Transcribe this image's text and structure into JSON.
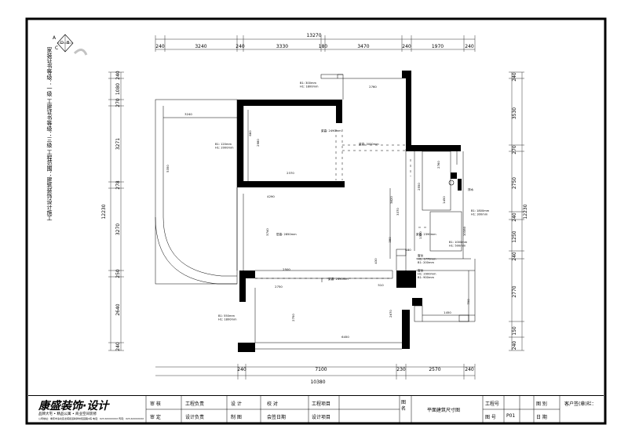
{
  "title_block": {
    "company": "康盛装饰·设计",
    "company_sub": "品牌大宅 • 精品公寓 • 商业空间装修",
    "company_fine": "公司地址：重庆市渝北区龙塔街道新牌坊佳园路C栋 电话：023-6XXXXXXX 传真：023-6XXXXXXX",
    "review": "审 核",
    "approve": "审 定",
    "project_manager": "工程负责",
    "design_manager": "设计负责",
    "design": "设 计",
    "drafting": "制 图",
    "check": "校 对",
    "seal_date": "会签日期",
    "project_name": "工程项目",
    "design_item": "设计项目",
    "drawing_name_label": "图 名",
    "drawing_name": "平面建筑尺寸图",
    "project_no": "工程号",
    "drawing_no_label": "图 号",
    "drawing_no": "P01",
    "category": "图 别",
    "date": "日 期",
    "client_sign": "客户签(章)栏："
  },
  "side_note": "家装证书等级：一级 工建证书等级：三级 工程范围：建筑装饰设计施工",
  "logo_letters": [
    "A",
    "D",
    "B",
    "C"
  ],
  "dimensions": {
    "top_total": "13270",
    "top": [
      "240",
      "3240",
      "240",
      "3330",
      "180",
      "3470",
      "240",
      "1970",
      "240"
    ],
    "bottom_total": "10380",
    "bottom": [
      "240",
      "7100",
      "230",
      "2570",
      "240"
    ],
    "left_total": "12230",
    "left": [
      "240",
      "1080",
      "270",
      "3271",
      "278",
      "3270",
      "250",
      "2640",
      "240"
    ],
    "right_total": "12230",
    "right": [
      "240",
      "3530",
      "270",
      "2750",
      "240",
      "1250",
      "240",
      "2770",
      "150",
      "240"
    ]
  },
  "interior_dims": [
    "2760",
    "3240",
    "5350",
    "2500",
    "2370",
    "4290",
    "3740",
    "2980",
    "2750",
    "6450",
    "2750",
    "2670",
    "3620",
    "3370",
    "2760",
    "1450",
    "430",
    "2550",
    "380",
    "510",
    "660",
    "470",
    "180",
    "1370",
    "700",
    "10380",
    "1450"
  ],
  "labels": {
    "beam_top": "B1: 300mm\nH1: 1800mm",
    "beam_left": "B1: 120mm\nH1: 2000mm",
    "beam_bottom_left": "B1: 550mm\nH1: 1800mm",
    "beam_right": "B1: 1800mm\nH1: 300mm",
    "beam_right2": "B1: 1000mm\nH1: 500mm",
    "ceiling_a": "梁高: 2490mm",
    "ceiling_b": "梁高: 3000mm",
    "ceiling_c": "层高: 2850mm",
    "ceiling_d": "梁高: 2490mm",
    "ceiling_e": "梁高: 2390mm",
    "window1": "窗台\nH1: 1770mm\nB1: 200mm",
    "window2": "窗台\nH1: 2900mm\nB1: 900mm",
    "drain": "排水"
  }
}
